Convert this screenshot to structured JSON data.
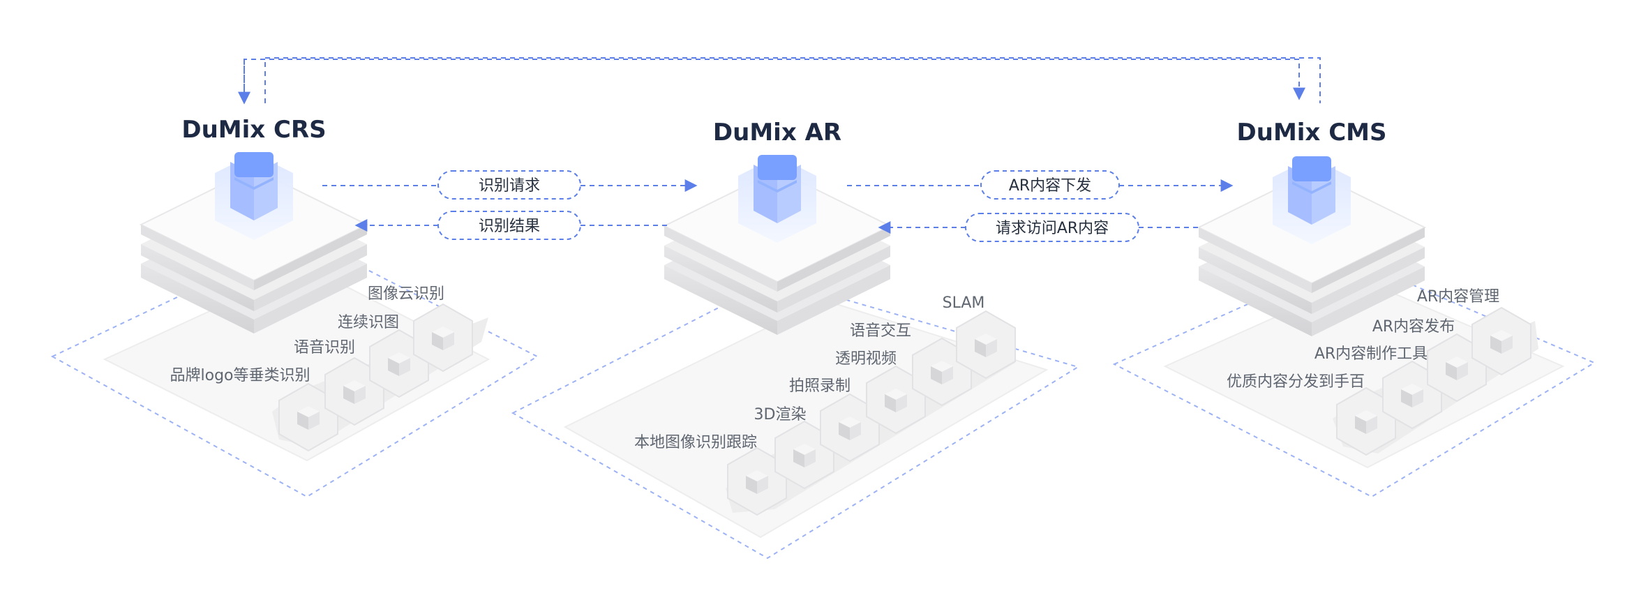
{
  "colors": {
    "accent": "#5b7ee8",
    "cube_front": "#8fb2ff",
    "cube_top": "#7aa0ff",
    "slab": "#f2f2f3",
    "platform_line": "#9db2f4"
  },
  "icons": [
    "cube-icon",
    "hexagon-cube-icon",
    "arrow-right-icon",
    "arrow-left-icon",
    "arrow-down-icon"
  ],
  "modules": [
    {
      "title": "DuMix CRS",
      "features": [
        "图像云识别",
        "连续识图",
        "语音识别",
        "品牌logo等垂类识别"
      ]
    },
    {
      "title": "DuMix AR",
      "features": [
        "SLAM",
        "语音交互",
        "透明视频",
        "拍照录制",
        "3D渲染",
        "本地图像识别跟踪"
      ]
    },
    {
      "title": "DuMix CMS",
      "features": [
        "AR内容管理",
        "AR内容发布",
        "AR内容制作工具",
        "优质内容分发到手百"
      ]
    }
  ],
  "connections": [
    {
      "label": "识别请求",
      "from": "DuMix CRS",
      "to": "DuMix AR"
    },
    {
      "label": "识别结果",
      "from": "DuMix AR",
      "to": "DuMix CRS"
    },
    {
      "label": "AR内容下发",
      "from": "DuMix AR",
      "to": "DuMix CMS"
    },
    {
      "label": "请求访问AR内容",
      "from": "DuMix CMS",
      "to": "DuMix AR"
    }
  ]
}
